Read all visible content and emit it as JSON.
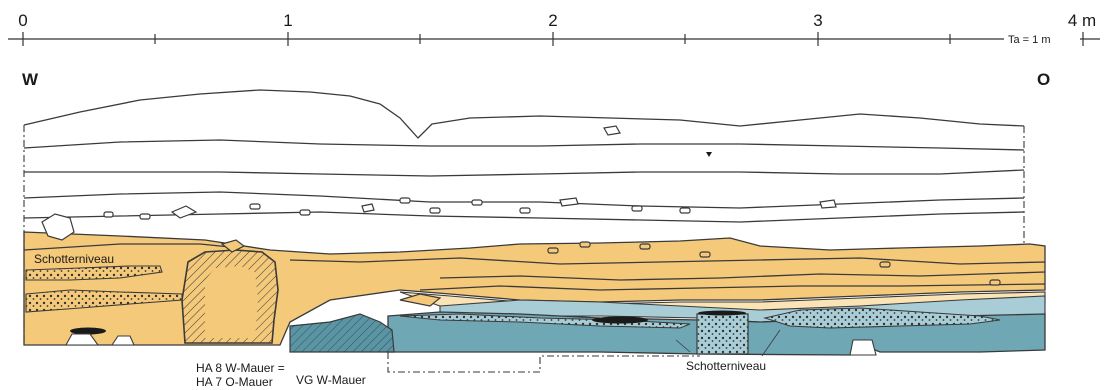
{
  "scale": {
    "ticks": [
      "0",
      "1",
      "2",
      "3",
      "4 m"
    ],
    "scale_note": "Ta = 1 m"
  },
  "directions": {
    "west": "W",
    "east": "O"
  },
  "annotations": {
    "schotter_left": "Schotterniveau",
    "schotter_right": "Schotterniveau",
    "ha8_line1": "HA 8 W-Mauer =",
    "ha8_line2": "HA 7 O-Mauer",
    "vg_wall": "VG W-Mauer"
  },
  "colors": {
    "yellow_layer": "#f5c97a",
    "yellow_light": "#fae3b4",
    "blue_light": "#a8cdd6",
    "blue_mid": "#6fa7b5",
    "blue_dark": "#5b94a3",
    "hatch_wall": "#4e7f8c",
    "lines": "#3a3a3a"
  }
}
